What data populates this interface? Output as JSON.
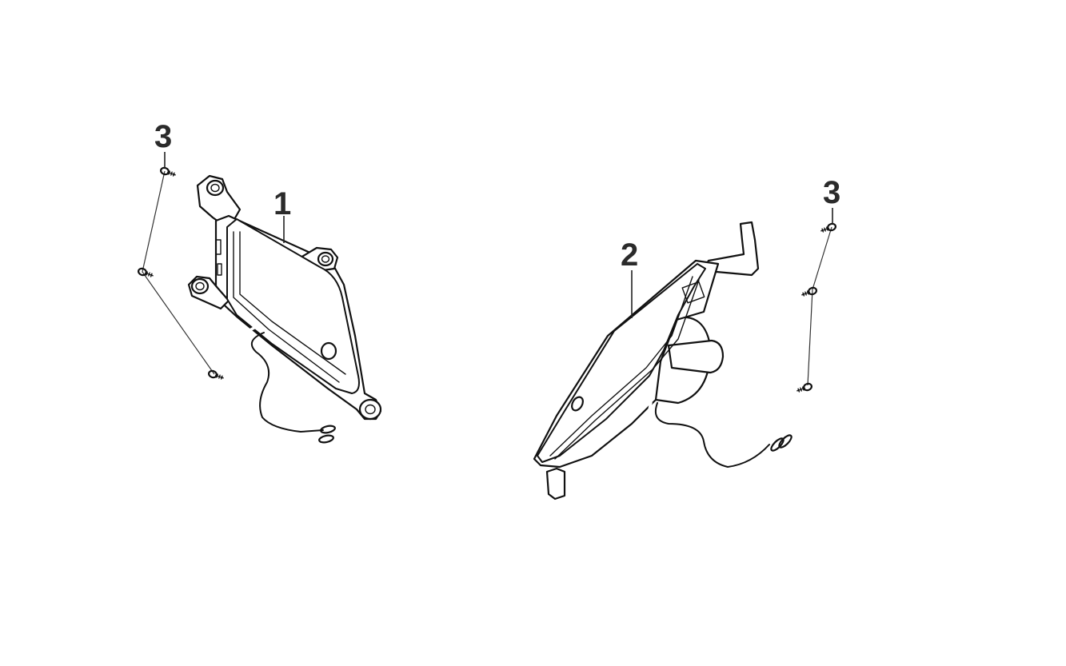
{
  "diagram": {
    "parts": [
      {
        "id": "1",
        "label": "1",
        "description_icon": "turn-signal-left-icon"
      },
      {
        "id": "2",
        "label": "2",
        "description_icon": "turn-signal-right-icon"
      },
      {
        "id": "3a",
        "label": "3",
        "description_icon": "screw-icon"
      },
      {
        "id": "3b",
        "label": "3",
        "description_icon": "screw-icon"
      }
    ],
    "colors": {
      "ink": "#111111",
      "label": "#2b2b2b",
      "background": "#ffffff"
    }
  }
}
